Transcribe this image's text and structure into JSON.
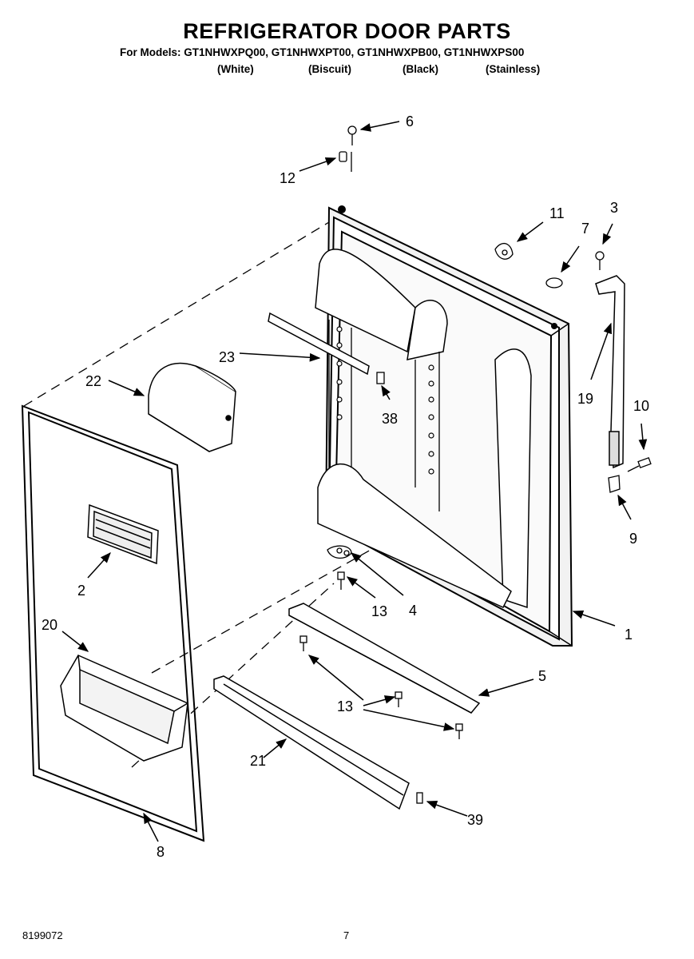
{
  "header": {
    "title": "REFRIGERATOR DOOR PARTS",
    "models_line": "For Models: GT1NHWXPQ00, GT1NHWXPT00, GT1NHWXPB00, GT1NHWXPS00",
    "variants": [
      "(White)",
      "(Biscuit)",
      "(Black)",
      "(Stainless)"
    ]
  },
  "callouts": [
    "1",
    "2",
    "3",
    "4",
    "5",
    "6",
    "7",
    "8",
    "9",
    "10",
    "11",
    "12",
    "13",
    "13",
    "13",
    "19",
    "20",
    "21",
    "22",
    "23",
    "38",
    "39"
  ],
  "footer": {
    "doc_number": "8199072",
    "page_number": "7"
  }
}
